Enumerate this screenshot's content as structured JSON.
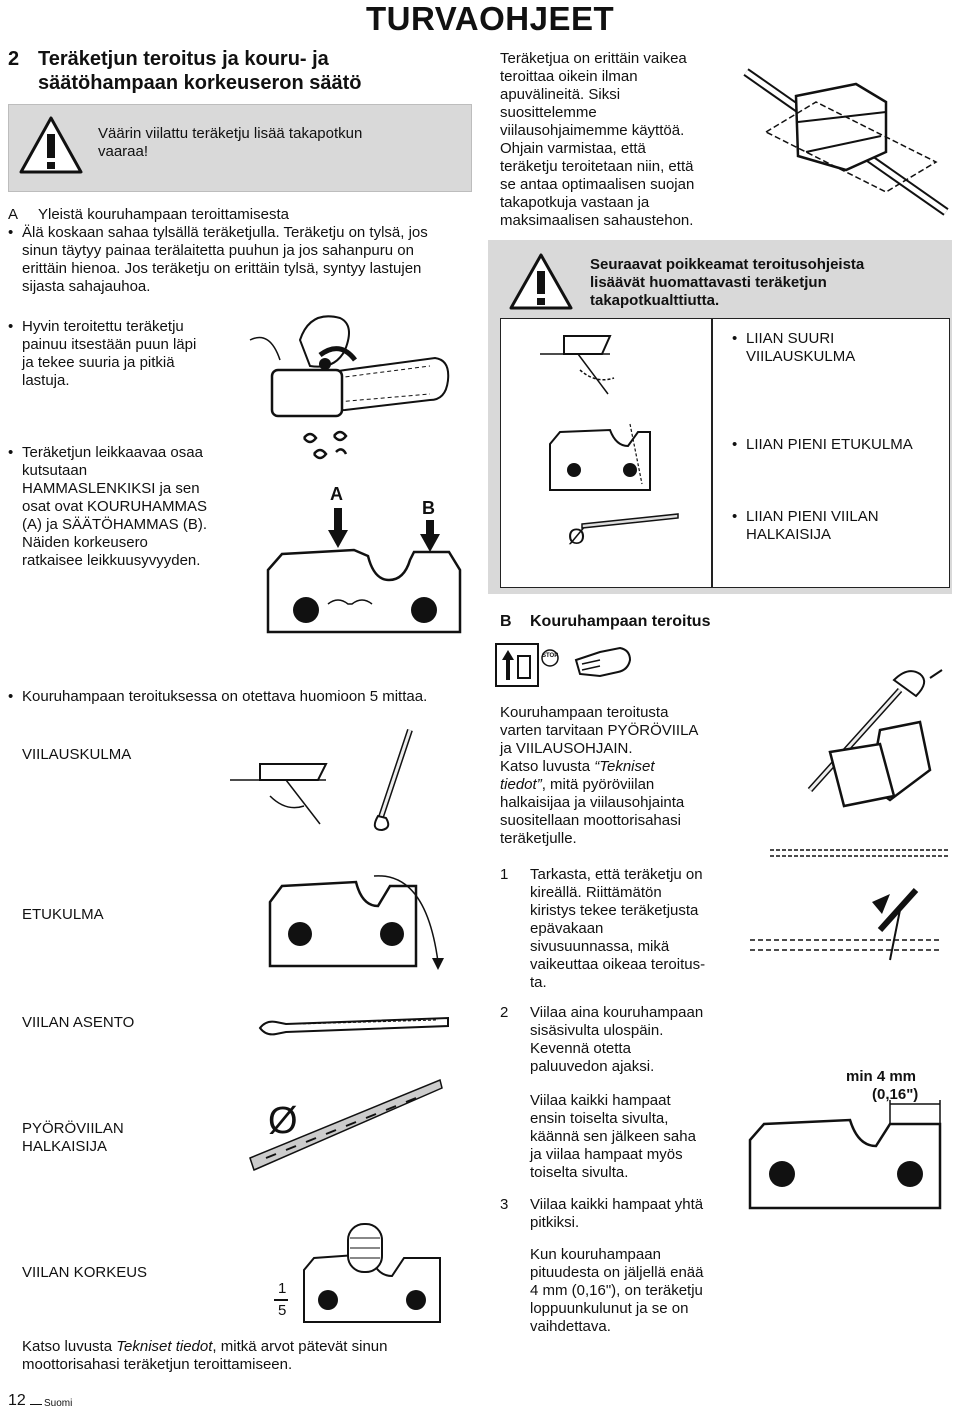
{
  "header": {
    "title": "TURVAOHJEET"
  },
  "section2": {
    "number": "2",
    "title_line1": "Teräketjun teroitus ja kouru- ja",
    "title_line2": "säätöhampaan korkeuseron säätö"
  },
  "warning1": {
    "line1": "Väärin viilattu teräketju lisää takapotkun",
    "line2": "vaaraa!"
  },
  "sectionA": {
    "letter": "A",
    "title": "Yleistä kouruhampaan teroittamisesta",
    "bullet1": [
      "Älä koskaan sahaa tylsällä teräketjulla. Teräketju on tylsä, jos",
      "sinun täytyy painaa terälaitetta puuhun ja jos sahanpuru on",
      "erittäin hienoa. Jos teräketju on erittäin tylsä, syntyy lastujen",
      "sijasta sahajauhoa."
    ],
    "bullet2": [
      "Hyvin teroitettu teräketju",
      "painuu itsestään puun läpi",
      "ja tekee suuria ja pitkiä",
      "lastuja."
    ],
    "bullet3": [
      "Teräketjun leikkaavaa osaa",
      "kutsutaan",
      "HAMMASLENKIKSI ja sen",
      "osat ovat KOURUHAMMAS",
      "(A) ja SÄÄTÖHAMMAS (B).",
      "Näiden korkeusero",
      "ratkaisee leikkuusyvyyden."
    ],
    "label_a": "A",
    "label_b": "B"
  },
  "right_top": {
    "para": [
      "Teräketjua on erittäin vaikea",
      "teroittaa oikein ilman",
      "apuvälineitä. Siksi",
      "suosittelemme",
      "viilausohjaimemme käyttöä.",
      "Ohjain varmistaa, että",
      "teräketju teroitetaan niin, että",
      "se antaa optimaalisen suojan",
      "takapotkuja vastaan ja",
      "maksimaalisen sahaustehon."
    ]
  },
  "warning2": {
    "line1": "Seuraavat poikkeamat teroitusohjeista",
    "line2": "lisäävät huomattavasti teräketjun",
    "line3": "takapotkualttiutta.",
    "item1_line1": "LIIAN SUURI",
    "item1_line2": "VIILAUSKULMA",
    "item2": "LIIAN PIENI ETUKULMA",
    "item3_line1": "LIIAN PIENI VIILAN",
    "item3_line2": "HALKAISIJA",
    "dia_symbol": "Ø"
  },
  "sectionB": {
    "letter": "B",
    "title": "Kouruhampaan teroitus",
    "stop_label": "STOP"
  },
  "left_bottom": {
    "intro": "Kouruhampaan teroituksessa on otettava huomioon 5 mittaa.",
    "label1": "VIILAUSKULMA",
    "label2": "ETUKULMA",
    "label3": "VIILAN ASENTO",
    "label4_line1": "PYÖRÖVIILAN",
    "label4_line2": "HALKAISIJA",
    "label5": "VIILAN KORKEUS",
    "fraction_num": "1",
    "fraction_den": "5",
    "dia_symbol": "Ø",
    "footer_pre": "Katso luvusta ",
    "footer_italic": "Tekniset tiedot",
    "footer_post": ", mitkä arvot pätevät sinun",
    "footer_line2": "moottorisahasi teräketjun teroittamiseen."
  },
  "right_bottom": {
    "para1": [
      "Kouruhampaan teroitusta",
      "varten tarvitaan PYÖRÖVIILA",
      "ja VIILAUSOHJAIN."
    ],
    "para1b_pre": "Katso luvusta ",
    "para1b_italic1": "“Tekniset",
    "para1b_italic2": "tiedot”",
    "para1b_post": ", mitä pyöröviilan",
    "para1c": [
      "halkaisijaa ja viilausohjainta",
      "suositellaan moottorisahasi",
      "teräketjulle."
    ],
    "step1_num": "1",
    "step1": [
      "Tarkasta, että teräketju on",
      "kireällä. Riittämätön",
      "kiristys tekee teräketjusta",
      "epävakaan",
      "sivusuunnassa, mikä",
      "vaikeuttaa oikeaa teroitus-",
      "ta."
    ],
    "step2_num": "2",
    "step2": [
      "Viilaa aina kouruhampaan",
      "sisäsivulta ulospäin.",
      "Kevennä otetta",
      "paluuvedon ajaksi."
    ],
    "step2b": [
      "Viilaa kaikki hampaat",
      "ensin toiselta sivulta,",
      "käännä sen jälkeen saha",
      "ja viilaa hampaat myös",
      "toiselta sivulta."
    ],
    "step3_num": "3",
    "step3": [
      "Viilaa kaikki hampaat yhtä",
      "pitkiksi."
    ],
    "step3b": [
      "Kun kouruhampaan",
      "pituudesta on jäljellä enää",
      "4 mm (0,16\"), on teräketju",
      "loppuunkulunut ja se on",
      "vaihdettava."
    ],
    "min_line1": "min 4 mm",
    "min_line2": "(0,16\")"
  },
  "footer": {
    "page": "12",
    "lang": "Suomi"
  }
}
